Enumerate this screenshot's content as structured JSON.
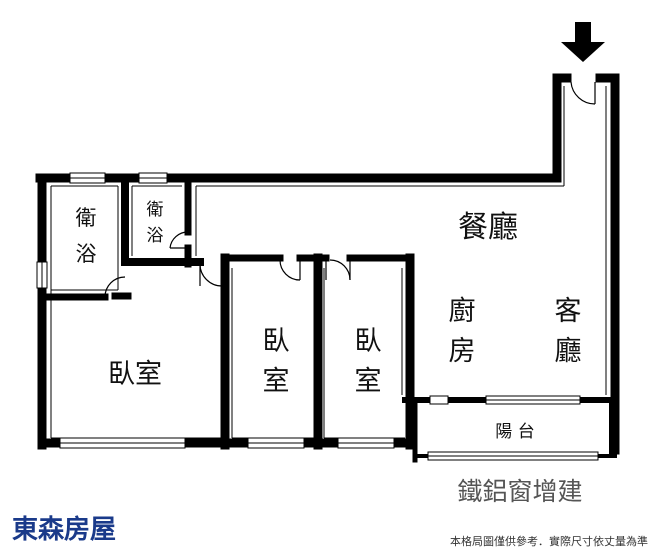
{
  "plan": {
    "rooms": {
      "bath_left": "衛浴",
      "bath_small": "衛浴",
      "dining": "餐廳",
      "kitchen": "廚房",
      "living": "客廳",
      "bedroom_1": "臥室",
      "bedroom_2": "臥室",
      "bedroom_3": "臥室",
      "balcony": "陽 台"
    },
    "annotation": "鐵鋁窗增建",
    "entrance_icon": "down-arrow-icon"
  },
  "footer": {
    "brand": "東森房屋",
    "disclaimer": "本格局圖僅供參考．實際尺寸依丈量為準"
  },
  "colors": {
    "wall": "#000000",
    "brand": "#1a3a8a",
    "annotation": "#555555"
  }
}
